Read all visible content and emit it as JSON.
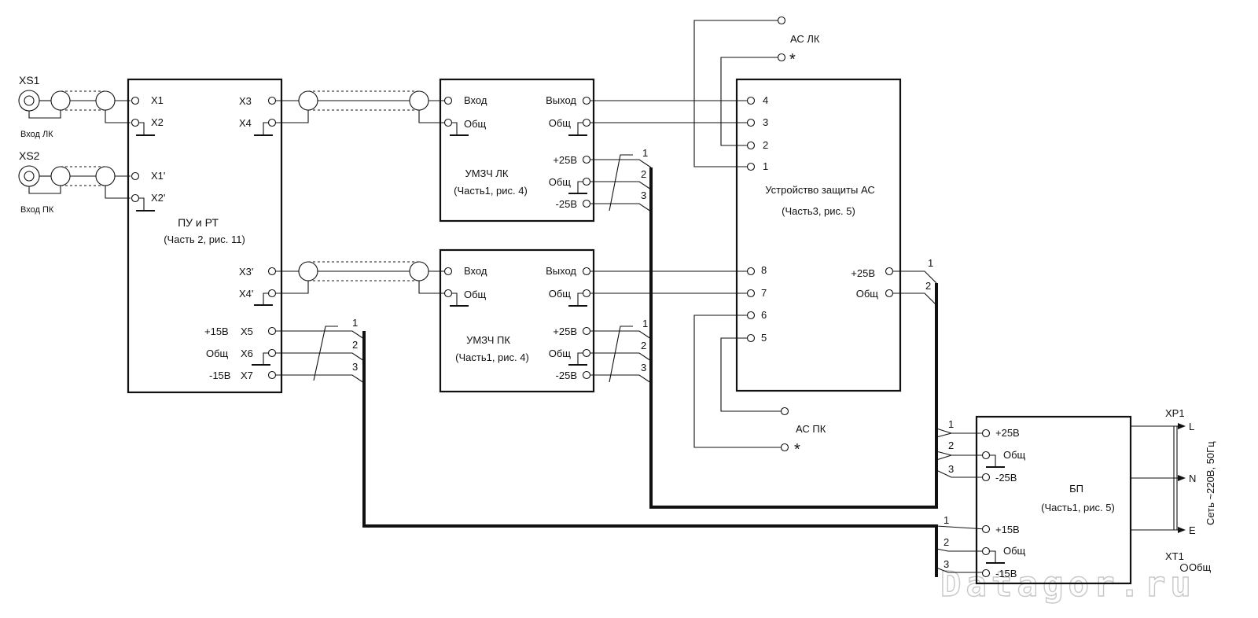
{
  "connectors": {
    "xs1": {
      "ref": "XS1",
      "label": "Вход ЛК"
    },
    "xs2": {
      "ref": "XS2",
      "label": "Вход ПК"
    }
  },
  "pu_rt": {
    "title": "ПУ и РТ",
    "subtitle": "(Часть 2, рис. 11)",
    "pins": {
      "x1": "X1",
      "x2": "X2",
      "x1p": "X1'",
      "x2p": "X2'",
      "x3": "X3",
      "x4": "X4",
      "x3p": "X3'",
      "x4p": "X4'",
      "x5": "X5",
      "x6": "X6",
      "x7": "X7",
      "p15": "+15В",
      "gnd": "Общ",
      "m15": "-15В"
    }
  },
  "umzch_lk": {
    "title": "УМЗЧ ЛК",
    "subtitle": "(Часть1, рис. 4)",
    "pins": {
      "in": "Вход",
      "in_gnd": "Общ",
      "out": "Выход",
      "out_gnd": "Общ",
      "p25": "+25В",
      "gnd": "Общ",
      "m25": "-25В"
    }
  },
  "umzch_pk": {
    "title": "УМЗЧ ПК",
    "subtitle": "(Часть1, рис. 4)",
    "pins": {
      "in": "Вход",
      "in_gnd": "Общ",
      "out": "Выход",
      "out_gnd": "Общ",
      "p25": "+25В",
      "gnd": "Общ",
      "m25": "-25В"
    }
  },
  "protection": {
    "title": "Устройство защиты АС",
    "subtitle": "(Часть3, рис. 5)",
    "pins": {
      "p4": "4",
      "p3": "3",
      "p2": "2",
      "p1": "1",
      "p8": "8",
      "p7": "7",
      "p6": "6",
      "p5": "5",
      "p25": "+25В",
      "gnd": "Общ"
    }
  },
  "speakers": {
    "lk": "АС ЛК",
    "pk": "АС ПК",
    "star": "*"
  },
  "psu": {
    "title": "БП",
    "subtitle": "(Часть1, рис. 5)",
    "pins": {
      "p25": "+25В",
      "gnd1": "Общ",
      "m25": "-25В",
      "p15": "+15В",
      "gnd2": "Общ",
      "m15": "-15В"
    }
  },
  "mains": {
    "xp1": "XP1",
    "l": "L",
    "n": "N",
    "e": "E",
    "label": "Сеть ~220В, 50Гц",
    "xt1": "XT1",
    "xt1_pin": "Общ"
  },
  "wire_numbers": {
    "n1": "1",
    "n2": "2",
    "n3": "3"
  },
  "watermark": "Datagor.ru"
}
